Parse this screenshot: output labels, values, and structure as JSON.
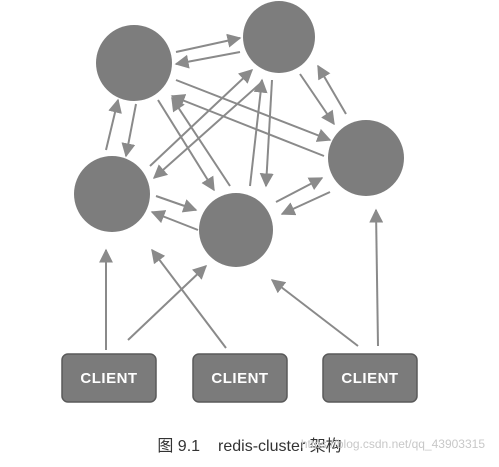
{
  "diagram": {
    "nodes": [
      "node-top-left",
      "node-top-right",
      "node-right",
      "node-left",
      "node-center"
    ],
    "clients": [
      {
        "label": "CLIENT"
      },
      {
        "label": "CLIENT"
      },
      {
        "label": "CLIENT"
      }
    ]
  },
  "caption": {
    "figure": "图 9.1",
    "title": "redis-cluster 架构"
  },
  "watermark": {
    "text": "https://blog.csdn.net/qq_43903315"
  }
}
